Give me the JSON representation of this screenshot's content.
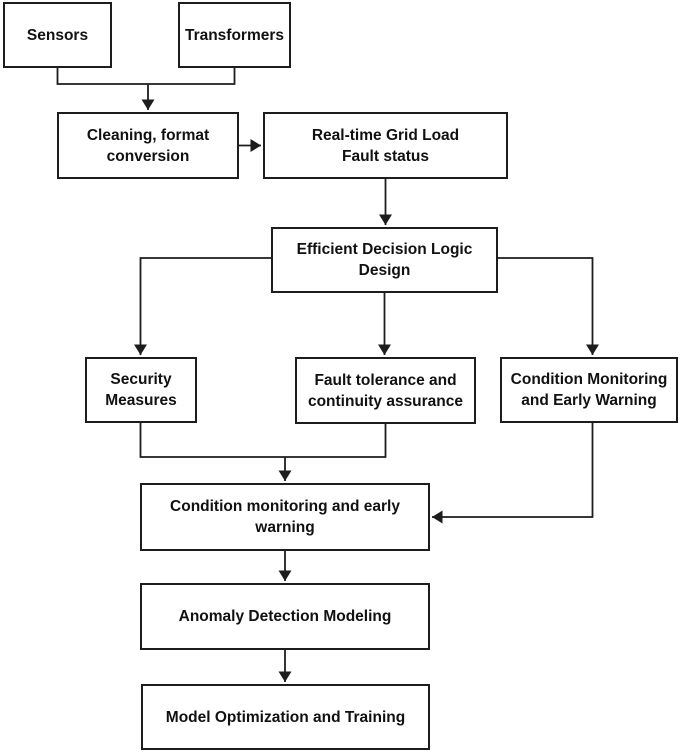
{
  "figure": {
    "type": "flowchart",
    "description": "Block diagram flowchart with rectangular nodes connected by arrows"
  },
  "colors": {
    "background": "#ffffff",
    "box_border": "#1d1d1d",
    "text": "#111111",
    "connector": "#1d1d1d"
  },
  "nodes": {
    "sensors": {
      "label": "Sensors",
      "lines": [
        "Sensors"
      ]
    },
    "transformers": {
      "label": "Transformers",
      "lines": [
        "Transformers"
      ]
    },
    "cleaning": {
      "label": "Cleaning, format conversion",
      "lines": [
        "Cleaning, format",
        "conversion"
      ]
    },
    "realtime": {
      "label": "Real-time Grid Load Fault status",
      "lines": [
        "Real-time Grid Load",
        "Fault status"
      ]
    },
    "decision": {
      "label": "Efficient Decision Logic Design",
      "lines": [
        "Efficient Decision Logic",
        "Design"
      ]
    },
    "security": {
      "label": "Security Measures",
      "lines": [
        "Security",
        "Measures"
      ]
    },
    "fault": {
      "label": "Fault tolerance and continuity assurance",
      "lines": [
        "Fault tolerance and",
        "continuity assurance"
      ]
    },
    "monitor_branch": {
      "label": "Condition Monitoring and Early Warning",
      "lines": [
        "Condition Monitoring",
        "and Early Warning"
      ]
    },
    "monitor_main": {
      "label": "Condition monitoring and early warning",
      "lines": [
        "Condition monitoring and early",
        "warning"
      ]
    },
    "anomaly": {
      "label": "Anomaly Detection Modeling",
      "lines": [
        "Anomaly Detection Modeling"
      ]
    },
    "model": {
      "label": "Model Optimization and Training",
      "lines": [
        "Model Optimization and Training"
      ]
    }
  }
}
